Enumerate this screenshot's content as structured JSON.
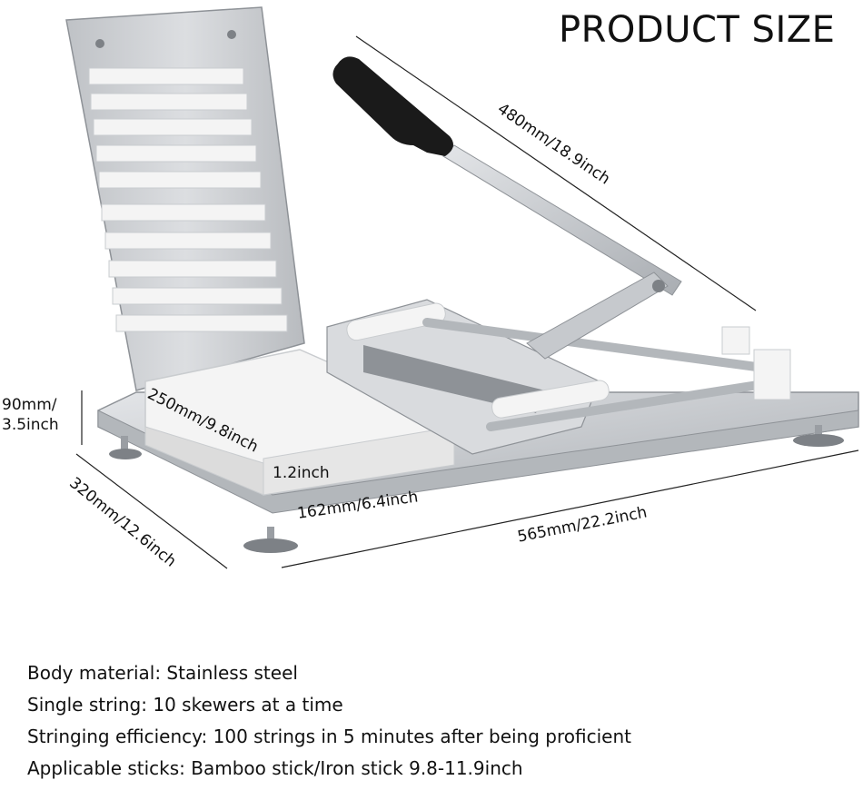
{
  "title": "PRODUCT SIZE",
  "dimensions": {
    "length_blade": "480mm/18.9inch",
    "height": "90mm/\n3.5inch",
    "height_line1": "90mm/",
    "height_line2": "3.5inch",
    "tray_length": "250mm/9.8inch",
    "tray_height": "1.2inch",
    "tray_width": "162mm/6.4inch",
    "base_width": "320mm/12.6inch",
    "base_length": "565mm/22.2inch"
  },
  "specs": [
    "Body material: Stainless steel",
    "Single string: 10 skewers at a time",
    "Stringing efficiency: 100 strings in 5 minutes after being proficient",
    "Applicable sticks: Bamboo stick/Iron stick 9.8-11.9inch"
  ],
  "colors": {
    "steel": "#c9ccd0",
    "steel_dark": "#8e9297",
    "handle": "#1a1a1a",
    "plastic": "#f4f4f4",
    "line": "#222222"
  }
}
